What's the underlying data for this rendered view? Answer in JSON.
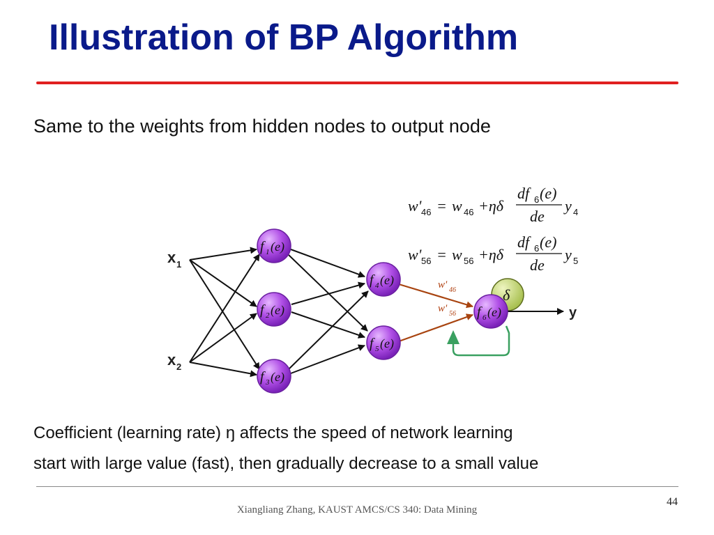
{
  "slide": {
    "title": "Illustration of BP Algorithm",
    "subtitle": "Same to the weights from hidden nodes to output node",
    "note_line1": "Coefficient (learning rate) ŋ affects the speed of network learning",
    "note_line2": "start with large value (fast), then gradually decrease to a small value",
    "footer": "Xiangliang Zhang, KAUST AMCS/CS 340: Data Mining",
    "page_number": "44"
  },
  "equations": {
    "eq1": {
      "lhs": "w'",
      "lhs_sub": "46",
      "eq": "= ",
      "w": "w",
      "w_sub": "46",
      "plus": "+ηδ",
      "num": "df",
      "num_sub": "6",
      "num_arg": "(e)",
      "den": "de",
      "y": "y",
      "y_sub": "4"
    },
    "eq2": {
      "lhs": "w'",
      "lhs_sub": "56",
      "eq": "= ",
      "w": "w",
      "w_sub": "56",
      "plus": "+ηδ",
      "num": "df",
      "num_sub": "6",
      "num_arg": "(e)",
      "den": "de",
      "y": "y",
      "y_sub": "5"
    }
  },
  "network": {
    "inputs": [
      {
        "label": "x",
        "sub": "1"
      },
      {
        "label": "x",
        "sub": "2"
      }
    ],
    "nodes": [
      {
        "id": "f1",
        "f": "f",
        "sub": "1",
        "arg": "(e)"
      },
      {
        "id": "f2",
        "f": "f",
        "sub": "2",
        "arg": "(e)"
      },
      {
        "id": "f3",
        "f": "f",
        "sub": "3",
        "arg": "(e)"
      },
      {
        "id": "f4",
        "f": "f",
        "sub": "4",
        "arg": "(e)"
      },
      {
        "id": "f5",
        "f": "f",
        "sub": "5",
        "arg": "(e)"
      },
      {
        "id": "f6",
        "f": "f",
        "sub": "6",
        "arg": "(e)"
      }
    ],
    "delta_label": "δ",
    "output_label": "y",
    "weight_labels": [
      {
        "w": "w'",
        "sub": "46"
      },
      {
        "w": "w'",
        "sub": "56"
      }
    ],
    "colors": {
      "node_fill": "#b04fe6",
      "node_stroke": "#6a1fa0",
      "delta_fill": "#b8d070",
      "arrow_black": "#111111",
      "arrow_brown": "#a84410",
      "arrow_green": "#3aa060"
    }
  }
}
